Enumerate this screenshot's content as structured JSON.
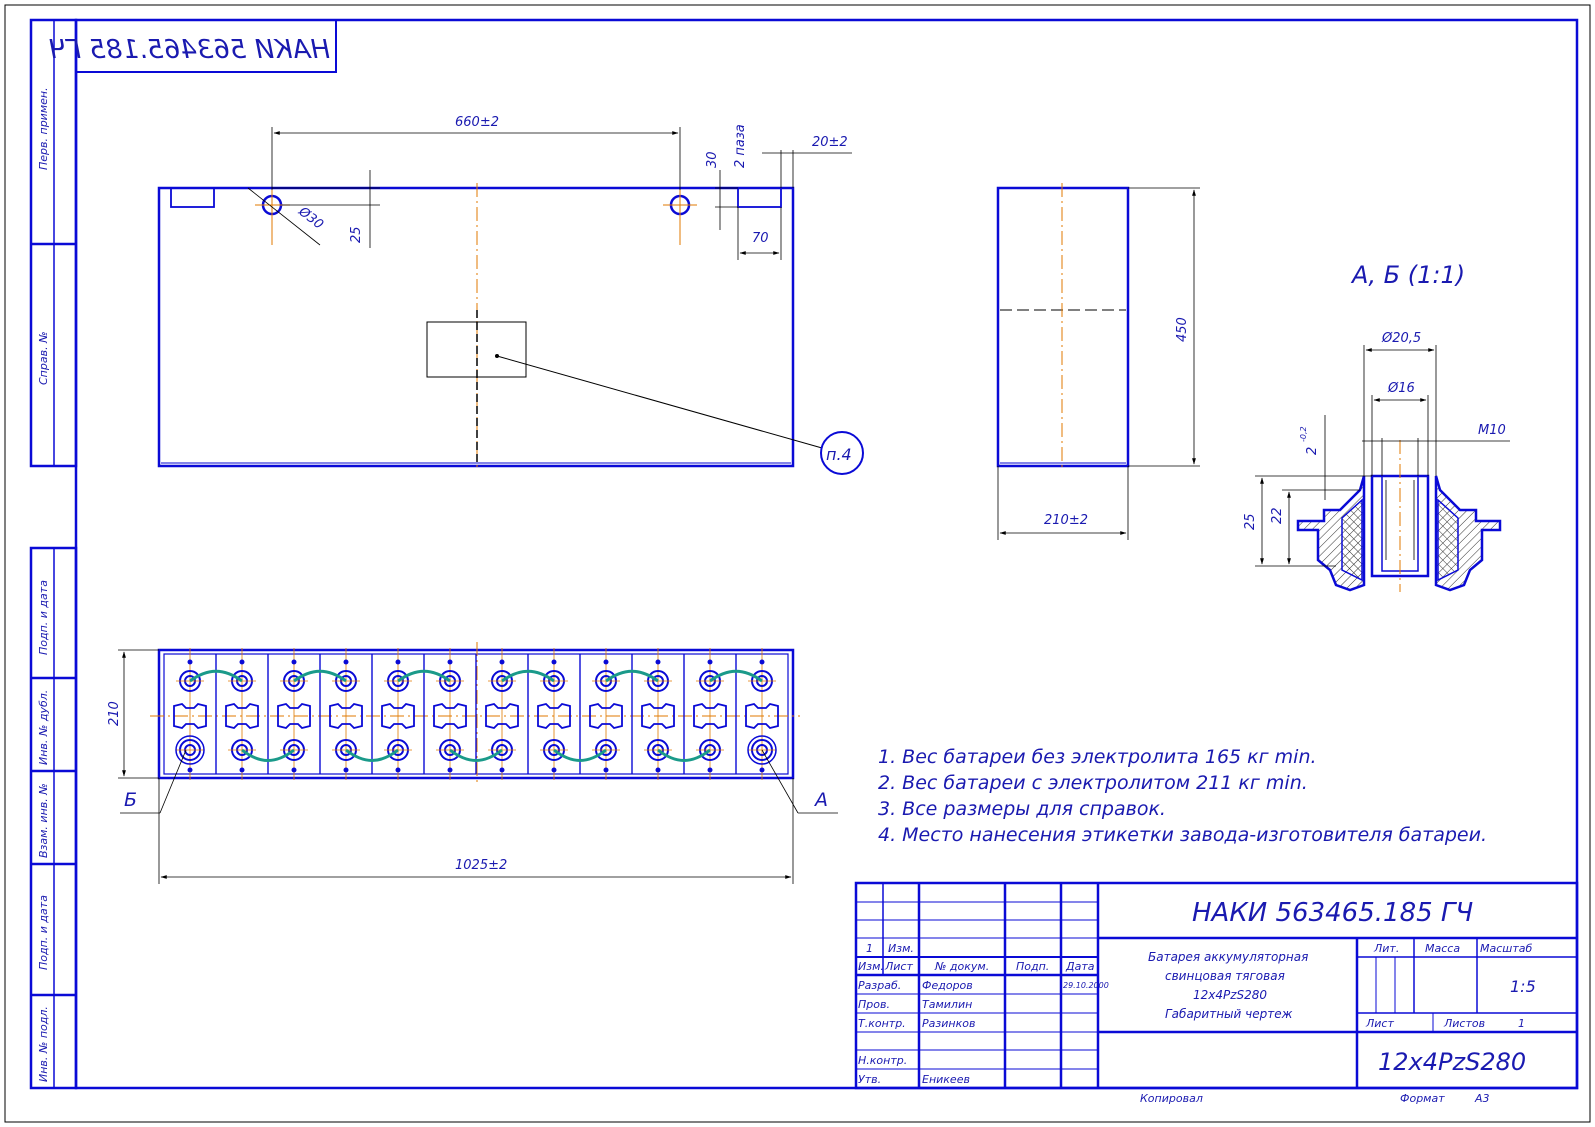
{
  "drawing_code": "НАКИ 563465.185 ГЧ",
  "drawing_code_mirrored": "НАКИ 563465.185 ГЧ",
  "left_strip": {
    "perv_primen": "Перв. примен.",
    "sprav_no": "Справ. №",
    "podp_data_1": "Подп. и дата",
    "inv_dubl": "Инв. № дубл.",
    "vzam_inv": "Взам. инв. №",
    "podp_data_2": "Подп. и дата",
    "inv_podl": "Инв. № подл."
  },
  "top_view": {
    "dim_660": "660±2",
    "dim_30": "30",
    "dim_2_paza": "2 паза",
    "dim_20": "20±2",
    "dim_d30": "Ø30",
    "dim_25": "25",
    "dim_70": "70",
    "callout": "п.4"
  },
  "side_view": {
    "dim_450": "450",
    "dim_210": "210±2"
  },
  "detail": {
    "title": "А, Б (1:1)",
    "dim_d20_5": "Ø20,5",
    "dim_d16": "Ø16",
    "dim_m10": "M10",
    "dim_2": "2",
    "dim_2_tol": "-0,2",
    "dim_25": "25",
    "dim_22": "22"
  },
  "plan_view": {
    "dim_210": "210",
    "dim_1025": "1025±2",
    "label_b": "Б",
    "label_a": "А"
  },
  "notes": [
    "1. Вес батареи без электролита 165 кг min.",
    "2. Вес батареи с электролитом 211 кг min.",
    "3. Все размеры для справок.",
    "4. Место нанесения этикетки завода-изготовителя батареи."
  ],
  "title_block": {
    "code": "НАКИ 563465.185 ГЧ",
    "name_line1": "Батарея аккумуляторная",
    "name_line2": "свинцовая тяговая",
    "name_line3": "12x4PzS280",
    "name_line4": "Габаритный чертеж",
    "rev_num": "1",
    "rev_label": "Изм.",
    "col_izm": "Изм.",
    "col_list": "Лист",
    "col_doc": "№ докум.",
    "col_podp": "Подп.",
    "col_data": "Дата",
    "razrab_label": "Разраб.",
    "razrab_name": "Федоров",
    "razrab_date": "29.10.2000",
    "prov_label": "Пров.",
    "prov_name": "Тамилин",
    "tkontr_label": "Т.контр.",
    "tkontr_name": "Разинков",
    "nkontr_label": "Н.контр.",
    "utv_label": "Утв.",
    "utv_name": "Еникеев",
    "lit_label": "Лит.",
    "massa_label": "Масса",
    "masshtab_label": "Масштаб",
    "scale": "1:5",
    "list_label": "Лист",
    "listov_label": "Листов",
    "listov_value": "1",
    "designation": "12x4PzS280",
    "kopiroval": "Копировал",
    "format_label": "Формат",
    "format_value": "А3"
  },
  "colors": {
    "line": "#0a0ad6",
    "text": "#1a1ab0",
    "centerline": "#e07a00",
    "connector": "#1a9a8a",
    "black": "#000000"
  }
}
